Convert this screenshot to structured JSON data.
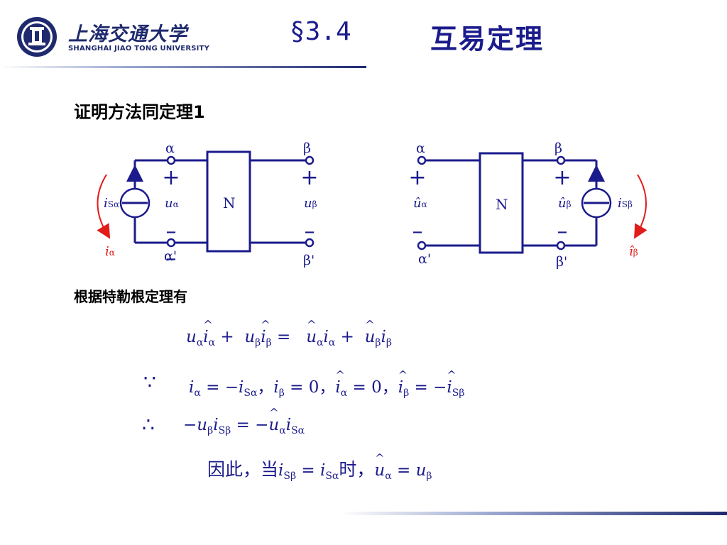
{
  "header": {
    "logo_cn": "上海交通大学",
    "logo_en": "SHANGHAI  JIAO TONG  UNIVERSITY",
    "section": "§3.4",
    "title": "互易定理"
  },
  "intro": "证明方法同定理1",
  "circuit_left": {
    "port_a_top": "α",
    "port_a_bottom": "α'",
    "port_b_top": "β",
    "port_b_bottom": "β'",
    "network": "N",
    "source_var": "i",
    "source_sub": "Sα",
    "voltage_a": "u",
    "voltage_a_sub": "α",
    "voltage_b": "u",
    "voltage_b_sub": "β",
    "current_var": "i",
    "current_sub": "α"
  },
  "circuit_right": {
    "port_a_top": "α",
    "port_a_bottom": "α'",
    "port_b_top": "β",
    "port_b_bottom": "β'",
    "network": "N",
    "source_var": "i",
    "source_sub": "Sβ",
    "voltage_a": "û",
    "voltage_a_sub": "α",
    "voltage_b": "û",
    "voltage_b_sub": "β",
    "current_var": "î",
    "current_sub": "β"
  },
  "tellegen_text": "根据特勒根定理有",
  "equations": {
    "because_symbol": "∵",
    "therefore_symbol": "∴",
    "conclusion_prefix": "因此，当",
    "conclusion_mid": "时，"
  },
  "colors": {
    "navy": "#1b1b8c",
    "arrow_red": "#e21b1b",
    "logo_blue": "#1f2a6e"
  }
}
